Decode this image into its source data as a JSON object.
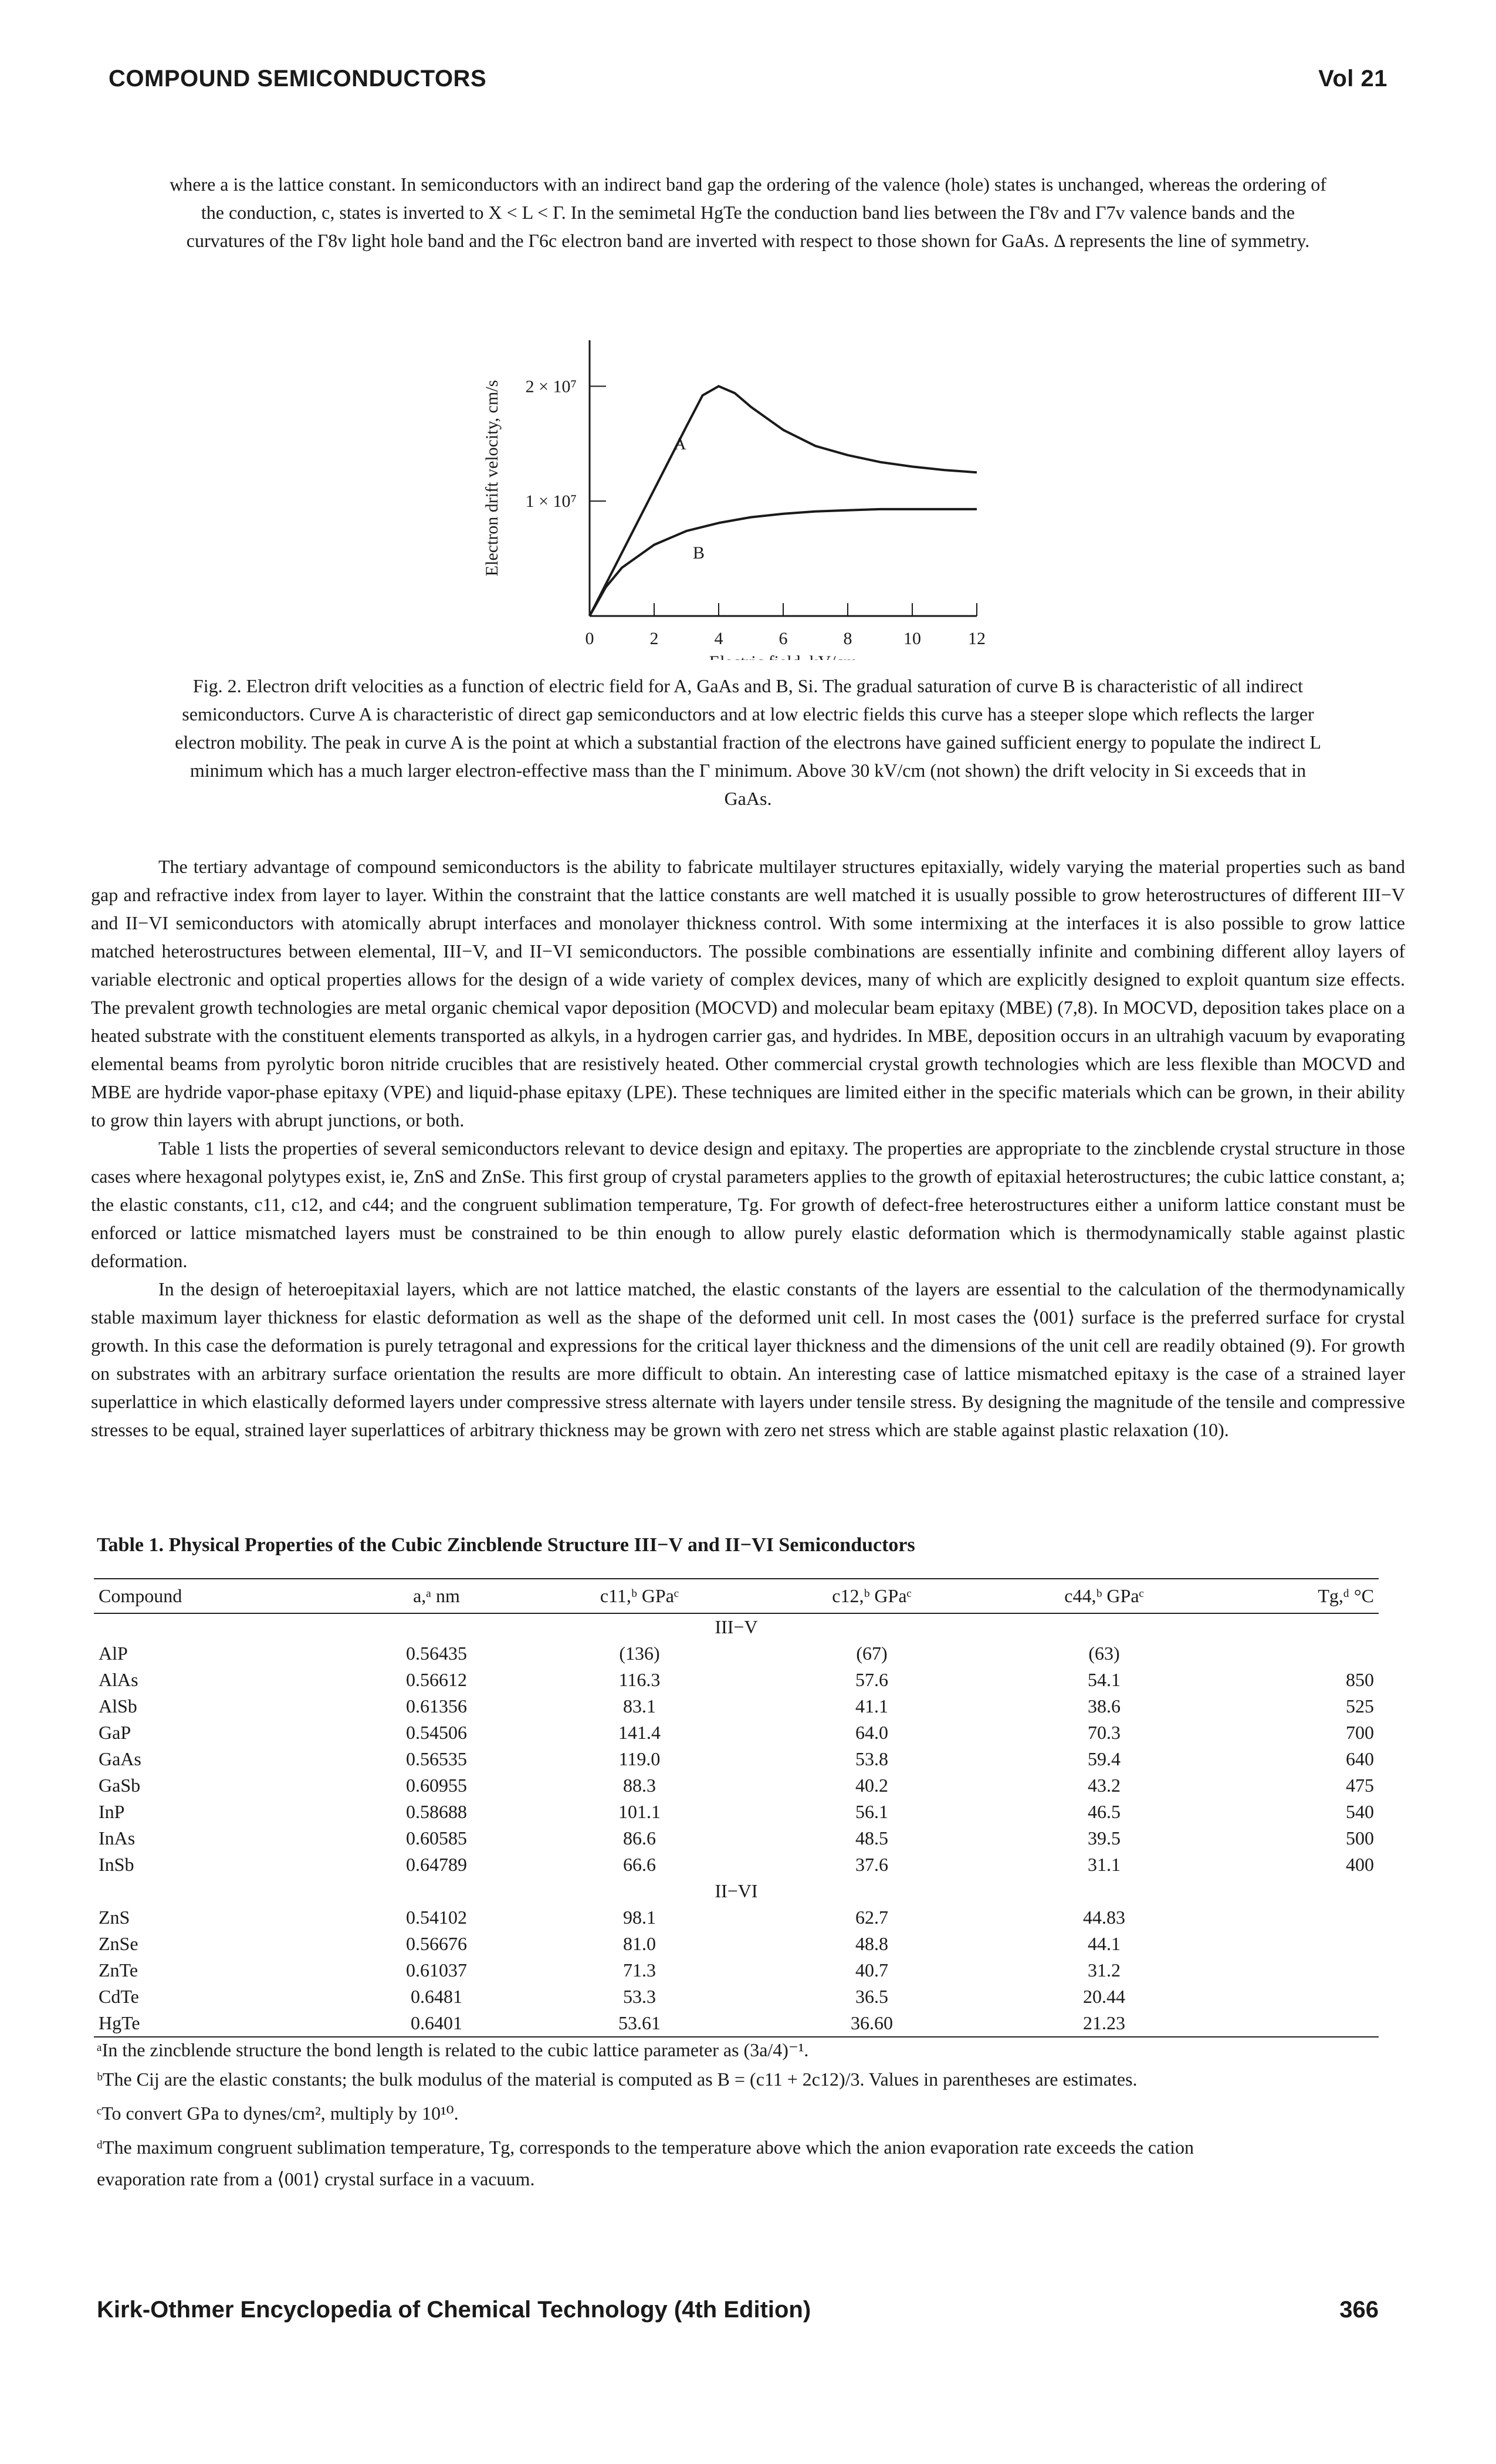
{
  "header": {
    "title": "COMPOUND SEMICONDUCTORS",
    "volume": "Vol 21"
  },
  "intro_caption": {
    "line1": "where a is the lattice constant. In semiconductors with an indirect band gap the ordering of the valence (hole) states is unchanged, whereas the ordering of",
    "line2": "the conduction, c, states is inverted to X < L < Γ. In the semimetal HgTe the conduction band lies between the Γ8v and Γ7v valence bands and the",
    "line3": "curvatures of the Γ8v light hole band and the Γ6c electron band are inverted with respect to those shown for GaAs. Δ represents the line of symmetry."
  },
  "chart_data": {
    "type": "line",
    "title": "",
    "xlabel": "Electric field, kV/cm",
    "ylabel": "Electron drift velocity, cm/s",
    "xlim": [
      0,
      12
    ],
    "ylim": [
      0,
      2.4
    ],
    "x_ticks": [
      "0",
      "2",
      "4",
      "6",
      "8",
      "10",
      "12"
    ],
    "y_ticks": [
      "1 × 10⁷",
      "2 × 10⁷"
    ],
    "series": [
      {
        "name": "A",
        "x": [
          0,
          1,
          2,
          3,
          3.5,
          4,
          4.5,
          5,
          6,
          7,
          8,
          9,
          10,
          11,
          12
        ],
        "y": [
          0,
          0.55,
          1.1,
          1.65,
          1.92,
          2.0,
          1.94,
          1.82,
          1.62,
          1.48,
          1.4,
          1.34,
          1.3,
          1.27,
          1.25
        ]
      },
      {
        "name": "B",
        "x": [
          0,
          0.5,
          1,
          2,
          3,
          4,
          5,
          6,
          7,
          8,
          9,
          10,
          11,
          12
        ],
        "y": [
          0,
          0.25,
          0.42,
          0.62,
          0.74,
          0.81,
          0.86,
          0.89,
          0.91,
          0.92,
          0.93,
          0.93,
          0.93,
          0.93
        ]
      }
    ]
  },
  "figure_caption": {
    "line1": "Fig. 2. Electron drift velocities as a function of electric field for A, GaAs and B, Si. The gradual saturation of curve B is characteristic of all indirect",
    "line2": "semiconductors. Curve A is characteristic of direct gap semiconductors and at low electric fields this curve has a steeper slope which reflects the larger",
    "line3": "electron mobility. The peak in curve A is the point at which a substantial fraction of the electrons have gained sufficient energy to populate the indirect L",
    "line4": "minimum which has a much larger electron-effective mass than the Γ minimum. Above 30 kV/cm (not shown) the drift velocity in Si exceeds that in",
    "line5": "GaAs."
  },
  "body": {
    "p1": "The tertiary advantage of compound semiconductors is the ability to fabricate multilayer structures epitaxially, widely varying the material properties such as band gap and refractive index from layer to layer. Within the constraint that the lattice constants are well matched it is usually possible to grow heterostructures of different III−V and II−VI semiconductors with atomically abrupt interfaces and monolayer thickness control. With some intermixing at the interfaces it is also possible to grow lattice matched heterostructures between elemental, III−V, and II−VI semiconductors. The possible combinations are essentially infinite and combining different alloy layers of variable electronic and optical properties allows for the design of a wide variety of complex devices, many of which are explicitly designed to exploit quantum size effects. The prevalent growth technologies are metal organic chemical vapor deposition (MOCVD) and molecular beam epitaxy (MBE) (7,8). In MOCVD, deposition takes place on a heated substrate with the constituent elements transported as alkyls, in a hydrogen carrier gas, and hydrides. In MBE, deposition occurs in an ultrahigh vacuum by evaporating elemental beams from pyrolytic boron nitride crucibles that are resistively heated. Other commercial crystal growth technologies which are less flexible than MOCVD and MBE are hydride vapor-phase epitaxy (VPE) and liquid-phase epitaxy (LPE). These techniques are limited either in the specific materials which can be grown, in their ability to grow thin layers with abrupt junctions, or both.",
    "p2": "Table 1 lists the properties of several semiconductors relevant to device design and epitaxy. The properties are appropriate to the zincblende crystal structure in those cases where hexagonal polytypes exist, ie, ZnS and ZnSe. This first group of crystal parameters applies to the growth of epitaxial heterostructures; the cubic lattice constant, a; the elastic constants, c11, c12, and c44; and the congruent sublimation temperature, Tg. For growth of defect-free heterostructures either a uniform lattice constant must be enforced or lattice mismatched layers must be constrained to be thin enough to allow purely elastic deformation which is thermodynamically stable against plastic deformation.",
    "p3": "In the design of heteroepitaxial layers, which are not lattice matched, the elastic constants of the layers are essential to the calculation of the thermodynamically stable maximum layer thickness for elastic deformation as well as the shape of the deformed unit cell. In most cases the ⟨001⟩ surface is the preferred surface for crystal growth. In this case the deformation is purely tetragonal and expressions for the critical layer thickness and the dimensions of the unit cell are readily obtained (9). For growth on substrates with an arbitrary surface orientation the results are more difficult to obtain. An interesting case of lattice mismatched epitaxy is the case of a strained layer superlattice in which elastically deformed layers under compressive stress alternate with layers under tensile stress. By designing the magnitude of the tensile and compressive stresses to be equal, strained layer superlattices of arbitrary thickness may be grown with zero net stress which are stable against plastic relaxation (10)."
  },
  "table": {
    "title": "Table 1. Physical Properties of the Cubic Zincblende Structure III−V and II−VI Semiconductors",
    "headers": [
      "Compound",
      "a,ᵃ nm",
      "c11,ᵇ GPaᶜ",
      "c12,ᵇ GPaᶜ",
      "c44,ᵇ GPaᶜ",
      "Tg,ᵈ °C"
    ],
    "group1": "III−V",
    "group2": "II−VI",
    "rows1": [
      [
        "AlP",
        "0.56435",
        "(136)",
        "(67)",
        "(63)",
        ""
      ],
      [
        "AlAs",
        "0.56612",
        "116.3",
        "57.6",
        "54.1",
        "850"
      ],
      [
        "AlSb",
        "0.61356",
        "83.1",
        "41.1",
        "38.6",
        "525"
      ],
      [
        "GaP",
        "0.54506",
        "141.4",
        "64.0",
        "70.3",
        "700"
      ],
      [
        "GaAs",
        "0.56535",
        "119.0",
        "53.8",
        "59.4",
        "640"
      ],
      [
        "GaSb",
        "0.60955",
        "88.3",
        "40.2",
        "43.2",
        "475"
      ],
      [
        "InP",
        "0.58688",
        "101.1",
        "56.1",
        "46.5",
        "540"
      ],
      [
        "InAs",
        "0.60585",
        "86.6",
        "48.5",
        "39.5",
        "500"
      ],
      [
        "InSb",
        "0.64789",
        "66.6",
        "37.6",
        "31.1",
        "400"
      ]
    ],
    "rows2": [
      [
        "ZnS",
        "0.54102",
        "98.1",
        "62.7",
        "44.83",
        ""
      ],
      [
        "ZnSe",
        "0.56676",
        "81.0",
        "48.8",
        "44.1",
        ""
      ],
      [
        "ZnTe",
        "0.61037",
        "71.3",
        "40.7",
        "31.2",
        ""
      ],
      [
        "CdTe",
        "0.6481",
        "53.3",
        "36.5",
        "20.44",
        ""
      ],
      [
        "HgTe",
        "0.6401",
        "53.61",
        "36.60",
        "21.23",
        ""
      ]
    ]
  },
  "footnotes": {
    "a": "ᵃIn the zincblende structure the bond length is related to the cubic lattice parameter as (3a/4)⁻¹.",
    "b": "ᵇThe Cij are the elastic constants; the bulk modulus of the material is computed as B = (c11 + 2c12)/3. Values in parentheses are estimates.",
    "c": "ᶜTo convert GPa to dynes/cm², multiply by 10¹⁰.",
    "d1": "ᵈThe maximum congruent sublimation temperature, Tg, corresponds to the temperature above which the anion evaporation rate exceeds the cation",
    "d2": "evaporation rate from a ⟨001⟩ crystal surface in a vacuum."
  },
  "footer": {
    "title": "Kirk-Othmer Encyclopedia of Chemical Technology (4th Edition)",
    "page": "366"
  }
}
